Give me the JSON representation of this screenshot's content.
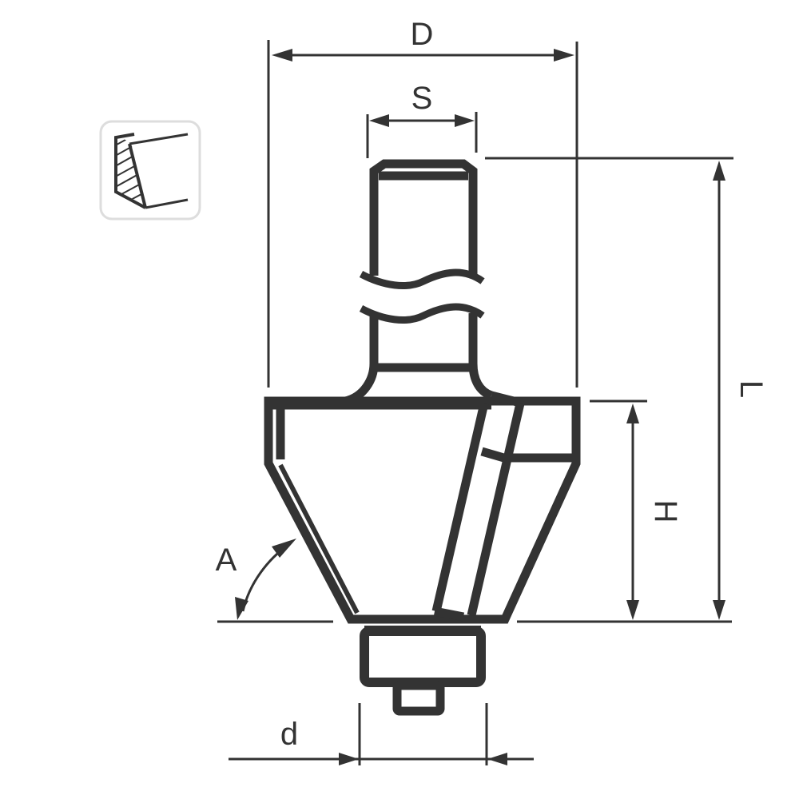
{
  "diagram": {
    "title": "Chamfer router bit with bearing – dimension drawing",
    "stroke_color": "#333333",
    "background": "#ffffff",
    "profile_icon": {
      "name": "chamfer-profile",
      "border_color": "#dddddd"
    },
    "labels": {
      "overall_diameter": "D",
      "shank_diameter": "S",
      "overall_length": "L",
      "cutting_height": "H",
      "angle": "A",
      "bearing_diameter": "d"
    }
  }
}
